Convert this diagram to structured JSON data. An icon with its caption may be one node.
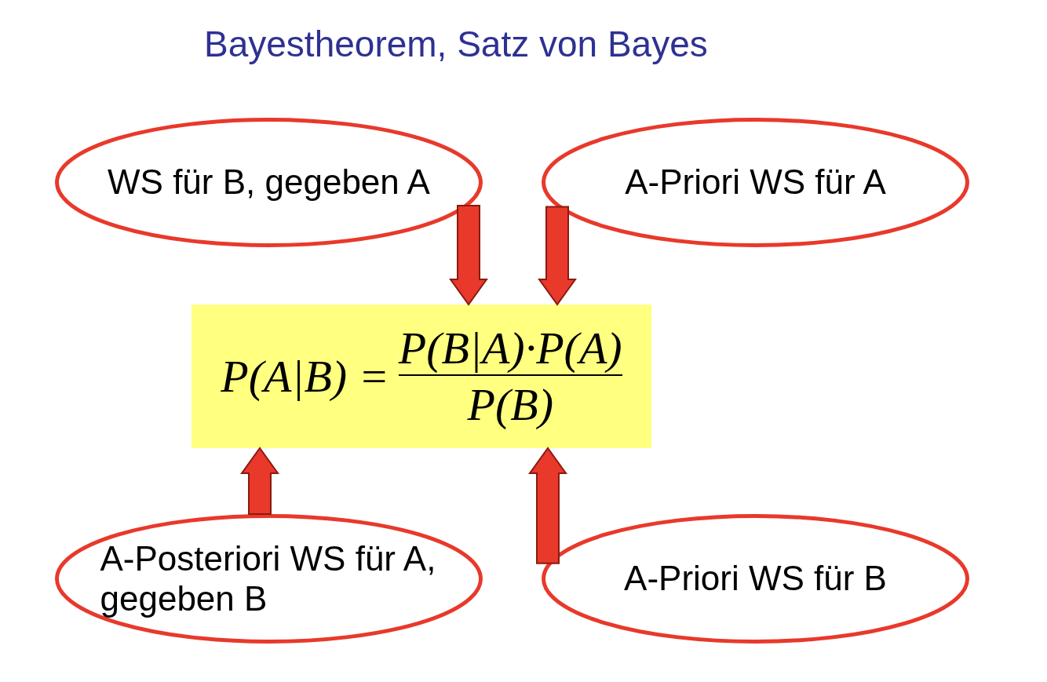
{
  "diagram": {
    "title": "Bayestheorem, Satz von Bayes",
    "nodes": [
      {
        "text": [
          "WS für B, gegeben A"
        ]
      },
      {
        "text": [
          "A-Priori WS für A"
        ]
      },
      {
        "text": [
          "P(A|B) =",
          "P(B|A)·P(A)",
          "P(B)"
        ]
      },
      {
        "text": [
          "A-Posteriori WS für A, gegeben B"
        ]
      },
      {
        "text": [
          "A-Priori WS für B"
        ]
      }
    ],
    "edges": [
      {
        "from": 0,
        "to": 2,
        "arrow": "to"
      },
      {
        "from": 1,
        "to": 2,
        "arrow": "to"
      },
      {
        "from": 3,
        "to": 2,
        "arrow": "to"
      },
      {
        "from": 4,
        "to": 2,
        "arrow": "to"
      }
    ]
  }
}
